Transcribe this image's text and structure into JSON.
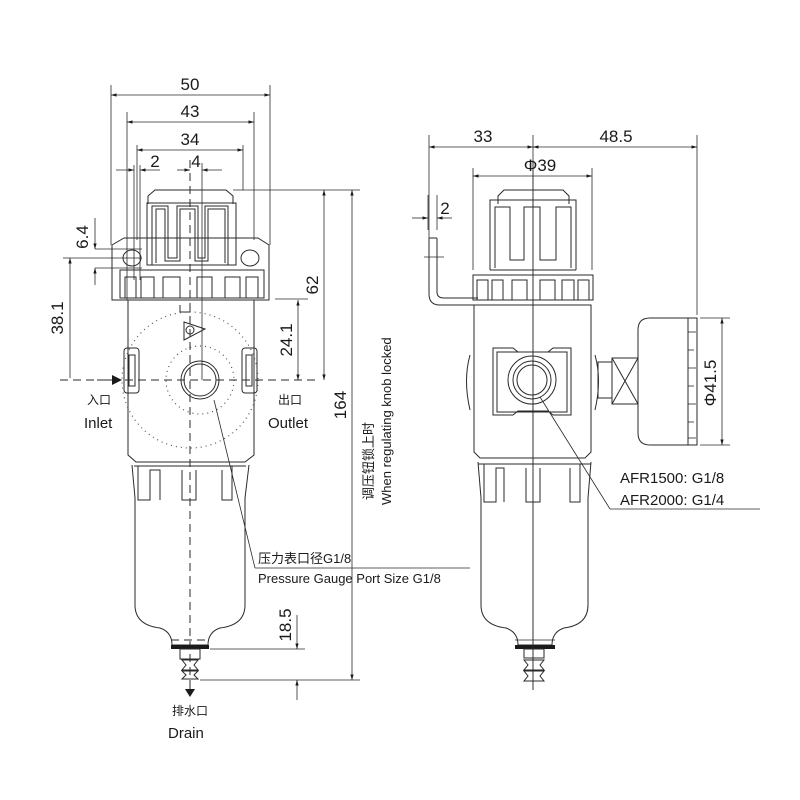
{
  "diagram": {
    "title": "Air Filter Regulator Dimension Drawing",
    "front_view": {
      "dimensions": {
        "overall_width": "50",
        "body_width": "43",
        "knob_width": "34",
        "offset_small": "2",
        "offset_center": "4",
        "bracket_height": "6.4",
        "bracket_to_port": "38.1",
        "knob_top_to_port": "62",
        "ring_to_port": "24.1",
        "overall_height": "164",
        "drain_height": "18.5"
      },
      "labels": {
        "inlet_cn": "入口",
        "inlet_en": "Inlet",
        "outlet_cn": "出口",
        "outlet_en": "Outlet",
        "drain_cn": "排水口",
        "drain_en": "Drain",
        "gauge_port_cn": "压力表口径G1/8",
        "gauge_port_en": "Pressure Gauge Port Size G1/8",
        "locked_note_cn": "调压钮锁上时",
        "locked_note_en": "When regulating knob locked"
      }
    },
    "side_view": {
      "dimensions": {
        "bracket_to_center": "33",
        "center_to_gauge": "48.5",
        "knob_diameter": "Φ39",
        "bracket_thickness": "2",
        "gauge_diameter": "Φ41.5"
      },
      "labels": {
        "port_afr1500": "AFR1500: G1/8",
        "port_afr2000": "AFR2000: G1/4"
      }
    }
  }
}
